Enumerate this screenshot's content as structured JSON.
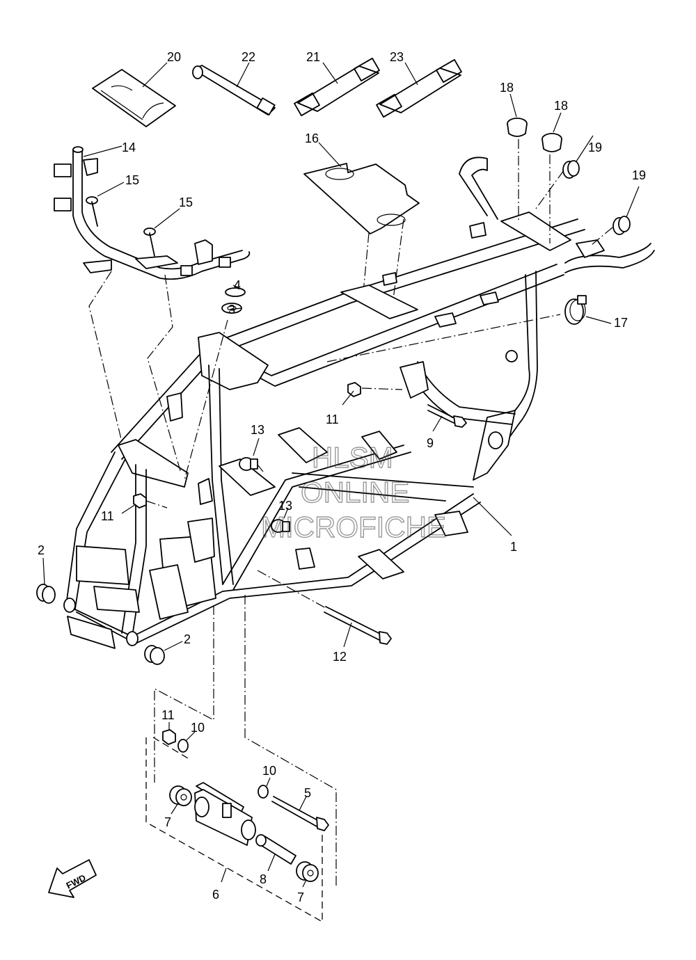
{
  "callouts": {
    "c1": "1",
    "c2a": "2",
    "c2b": "2",
    "c3": "3",
    "c4": "4",
    "c5": "5",
    "c6": "6",
    "c7a": "7",
    "c7b": "7",
    "c8": "8",
    "c9": "9",
    "c10a": "10",
    "c10b": "10",
    "c11a": "11",
    "c11b": "11",
    "c11c": "11",
    "c12": "12",
    "c13a": "13",
    "c13b": "13",
    "c14": "14",
    "c15a": "15",
    "c15b": "15",
    "c16": "16",
    "c17": "17",
    "c18a": "18",
    "c18b": "18",
    "c19a": "19",
    "c19b": "19",
    "c20": "20",
    "c21": "21",
    "c22": "22",
    "c23": "23"
  },
  "watermark": {
    "line1": "HLSM",
    "line2": "ONLINE",
    "line3": "MICROFICHE"
  },
  "fwd_badge": "FWD"
}
